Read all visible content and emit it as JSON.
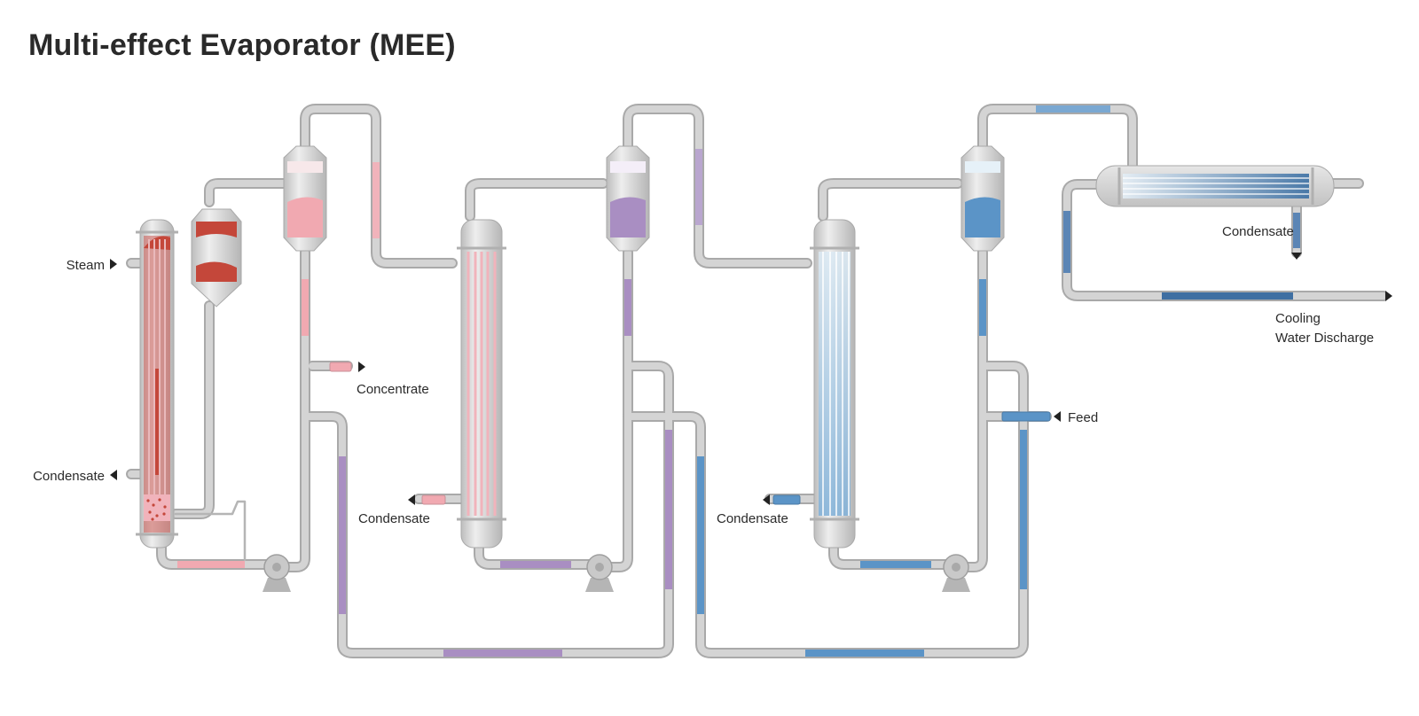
{
  "title": "Multi-effect Evaporator (MEE)",
  "labels": {
    "steam": "Steam",
    "condensate_effect1": "Condensate",
    "concentrate": "Concentrate",
    "condensate_effect2": "Condensate",
    "condensate_effect3": "Condensate",
    "condensate_condenser": "Condensate",
    "feed": "Feed",
    "cooling_line1": "Cooling",
    "cooling_line2": "Water Discharge"
  },
  "colors": {
    "pipe": "#c9c9c9",
    "pipe_edge": "#a9a9a9",
    "vessel": "#d6d6d6",
    "effect1_liquid": "#f1a9b1",
    "effect1_heat": "#c4473a",
    "effect2_liquid": "#a98ec2",
    "effect3_liquid": "#5b94c7",
    "arrow": "#222222"
  },
  "icons": {
    "inlet_arrow": "triangle-right",
    "outlet_arrow": "triangle-left",
    "drain_arrow": "triangle-down",
    "pump": "centrifugal-pump-icon"
  }
}
